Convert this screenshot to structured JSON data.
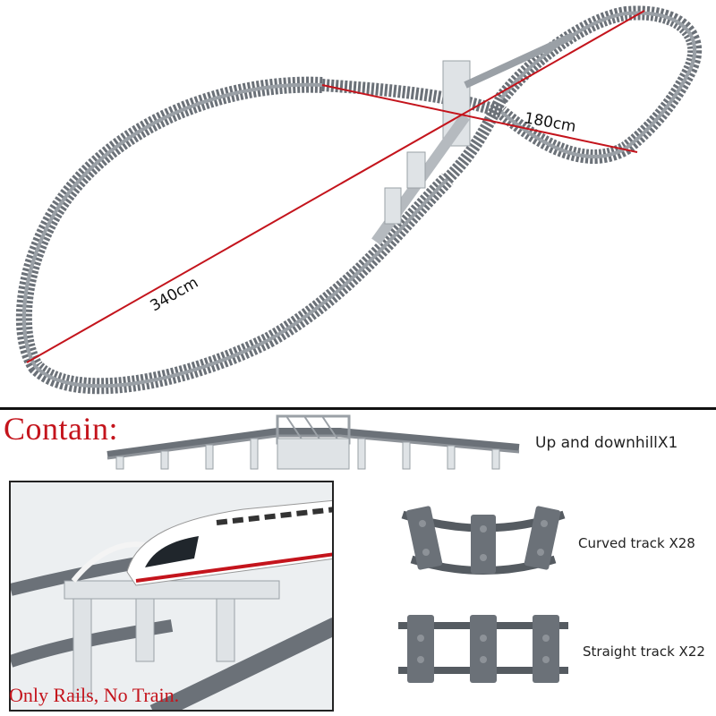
{
  "measurements": {
    "width_label": "180cm",
    "length_label": "340cm"
  },
  "contents": {
    "title": "Contain:",
    "ramp_label": "Up and downhillX1",
    "curved_label": "Curved track X28",
    "straight_label": "Straight track X22"
  },
  "caption": "Only Rails, No Train.",
  "colors": {
    "accent_red": "#c4141c",
    "track_gray": "#6b7178",
    "tie_gray": "#8d9298",
    "bridge_white": "#dfe3e6"
  }
}
